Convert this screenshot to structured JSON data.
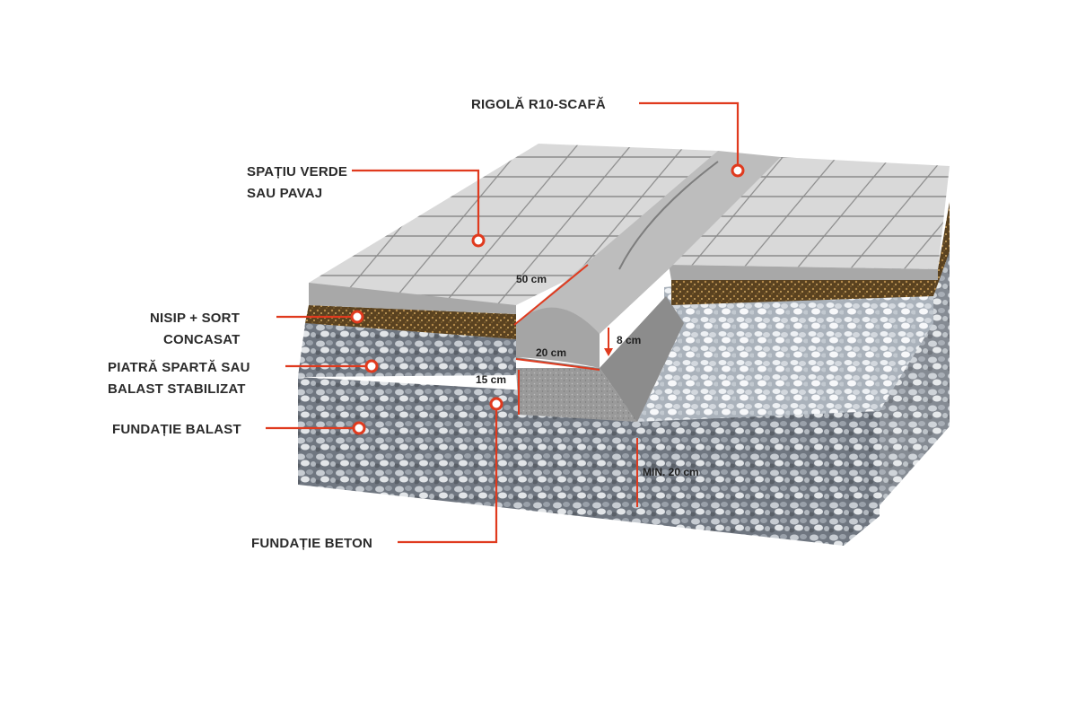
{
  "labels": {
    "rigola": "RIGOLĂ R10-SCAFĂ",
    "spatiu_line1": "SPAȚIU VERDE",
    "spatiu_line2": "SAU PAVAJ",
    "nisip_line1": "NISIP + SORT",
    "nisip_line2": "CONCASAT",
    "piatra_line1": "PIATRĂ SPARTĂ SAU",
    "piatra_line2": "BALAST STABILIZAT",
    "fundatie_balast": "FUNDAȚIE BALAST",
    "fundatie_beton": "FUNDAȚIE BETON"
  },
  "dimensions": {
    "width_top": "50 cm",
    "depth": "8 cm",
    "width_bottom": "20 cm",
    "concrete": "15 cm",
    "min_foundation": "MIN. 20 cm"
  },
  "colors": {
    "accent": "#e03a1e",
    "text": "#2b2b2b",
    "paver": "#c9c9c9",
    "gravel": "#8f96a0",
    "sand": "#6b4f26"
  }
}
